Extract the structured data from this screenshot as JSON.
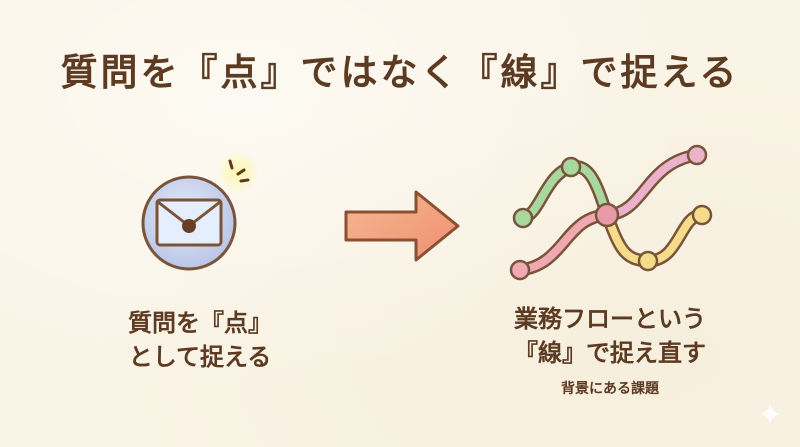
{
  "title": "質問を『点』ではなく『線』で捉える",
  "left": {
    "icon": "envelope-icon",
    "caption_line1": "質問を『点』",
    "caption_line2": "として捉える"
  },
  "middle": {
    "icon": "arrow-right-icon"
  },
  "right": {
    "icon": "intertwined-lines-icon",
    "caption_line1": "業務フローという",
    "caption_line2": "『線』で捉え直す",
    "subcaption": "背景にある課題"
  },
  "colors": {
    "background": "#faf4e6",
    "text": "#5c3b22",
    "circle_fill": "#c9d4ee",
    "arrow_fill": "#f3a57f",
    "line_green": "#a8d8a0",
    "line_pink": "#f0a9b0",
    "line_magenta": "#eab3cb",
    "line_yellow": "#f6dc8a"
  }
}
